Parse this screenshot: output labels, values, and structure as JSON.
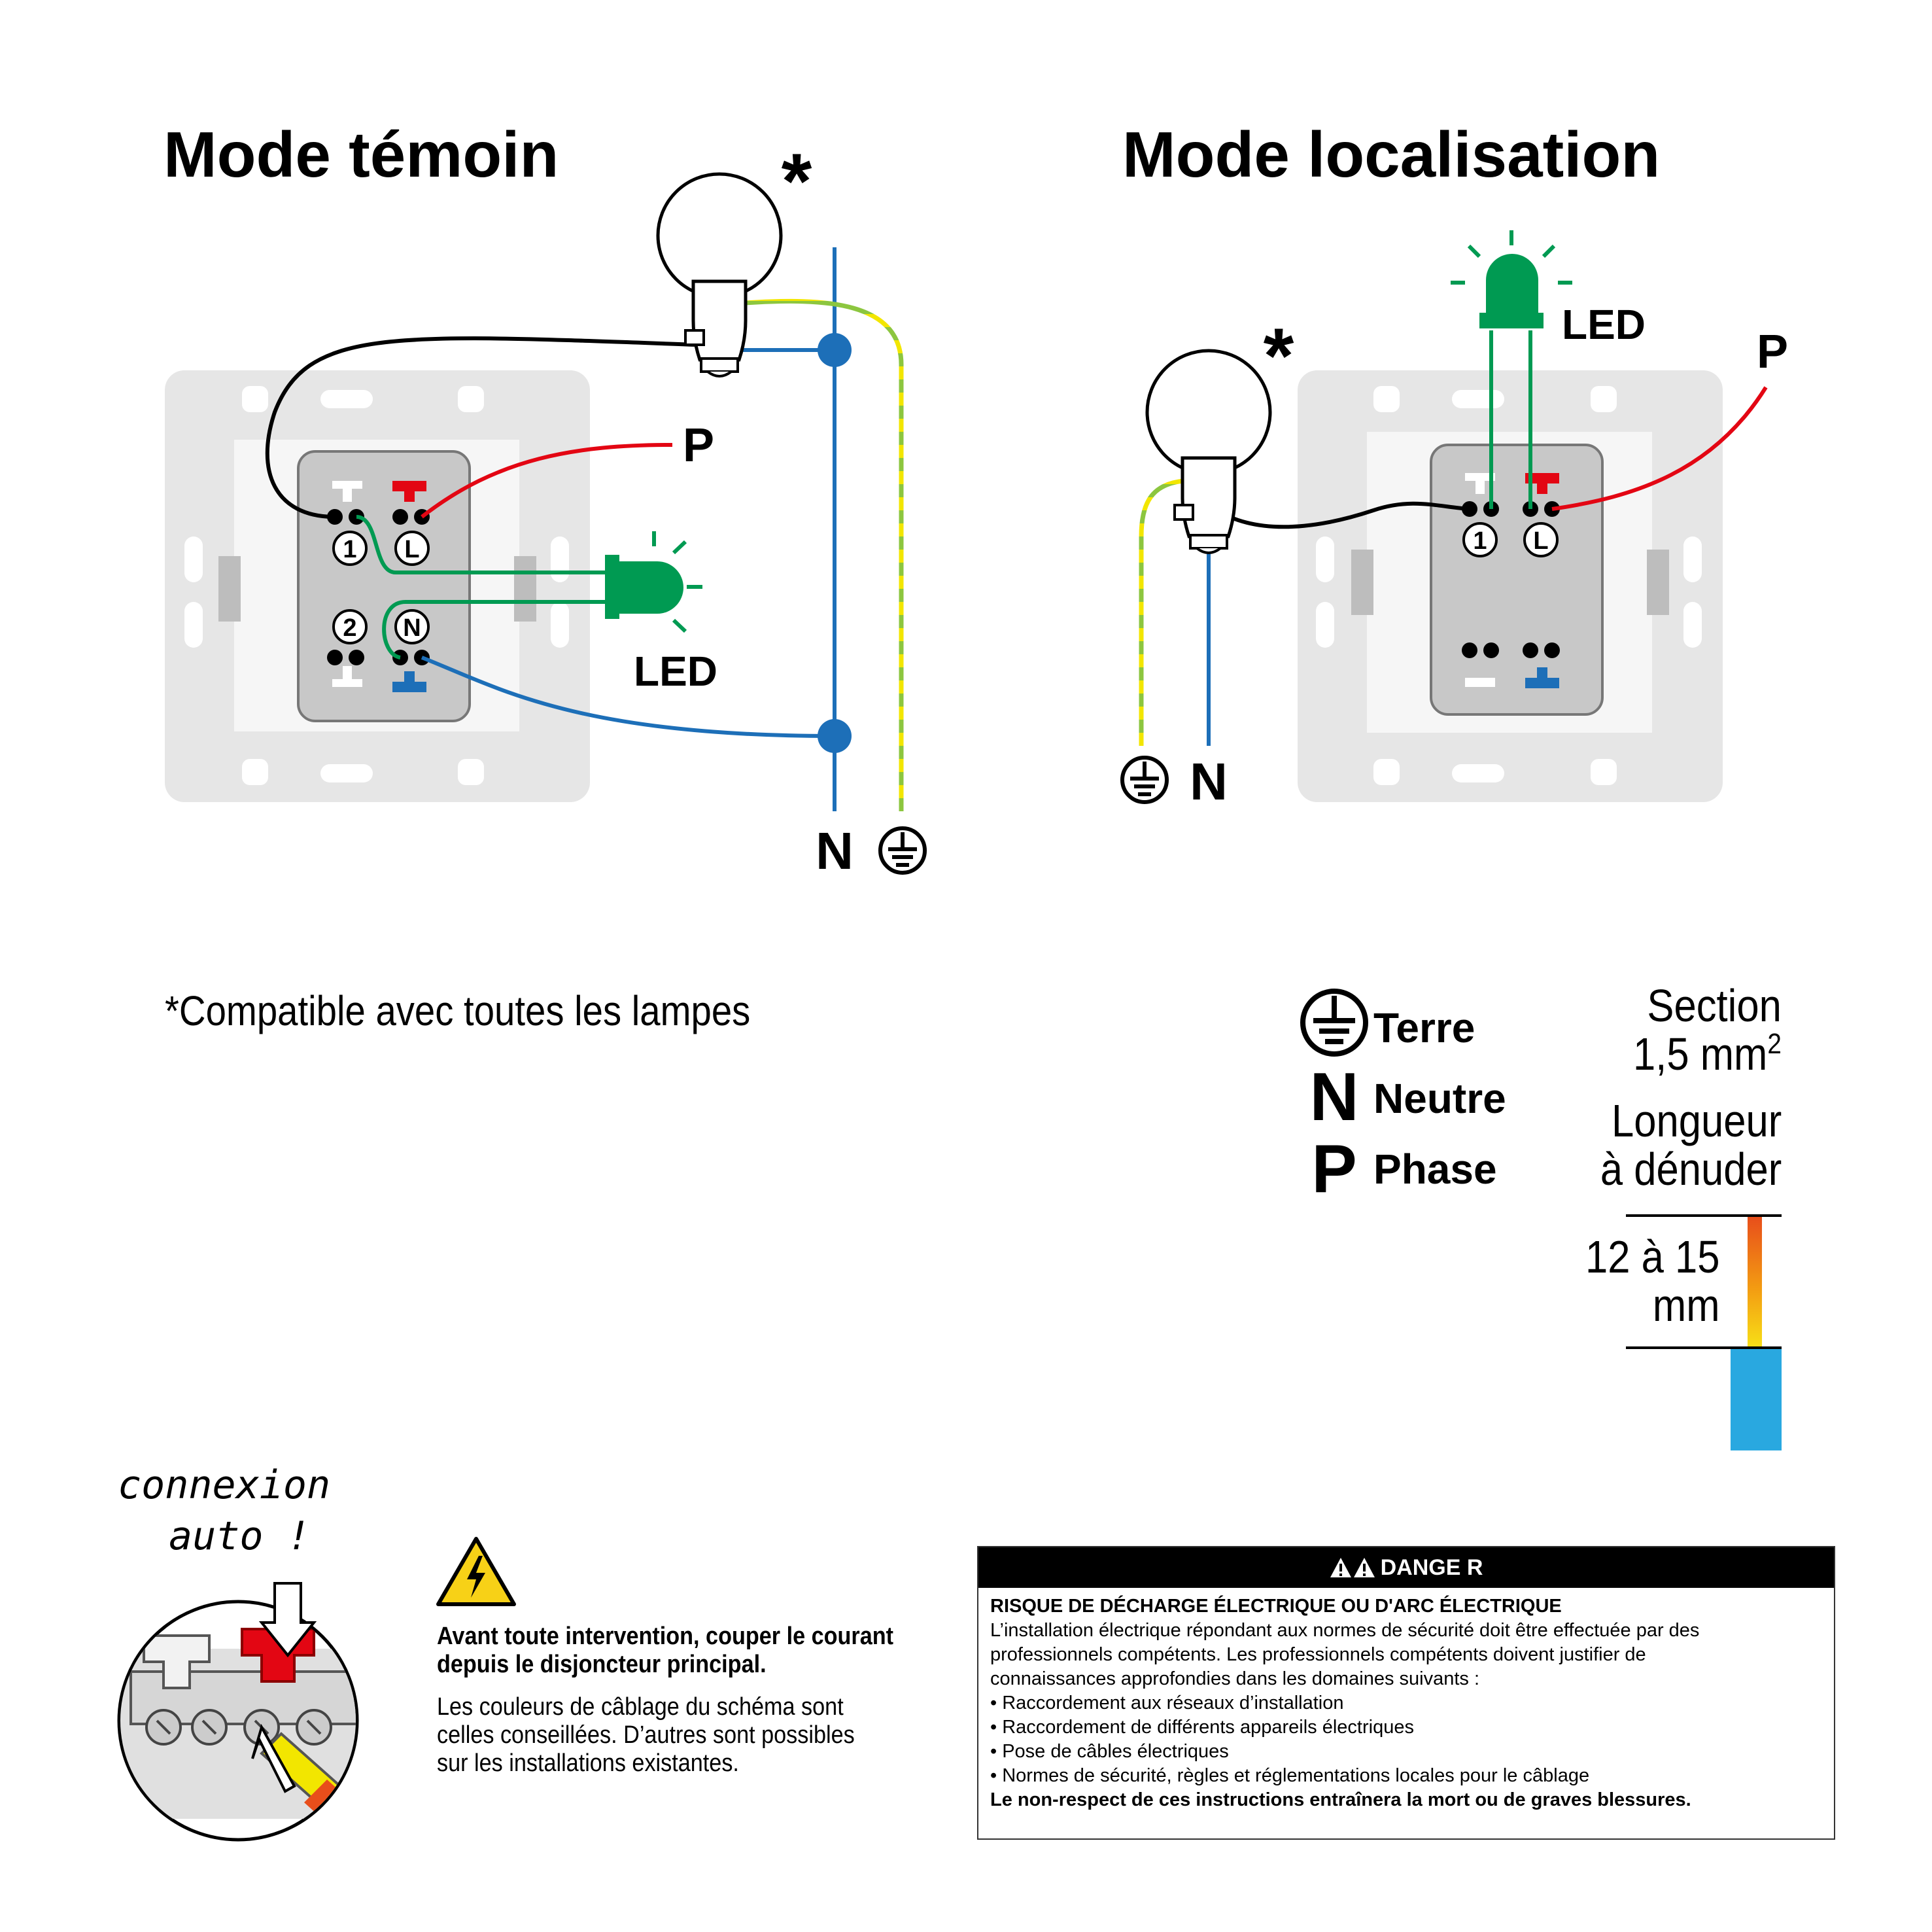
{
  "titles": {
    "left": "Mode témoin",
    "right": "Mode localisation"
  },
  "diagram_labels": {
    "asterisk": "*",
    "phase": "P",
    "neutral": "N",
    "led": "LED",
    "terminal_1": "1",
    "terminal_2": "2",
    "terminal_L": "L",
    "terminal_N": "N"
  },
  "compat_note": "*Compatible avec toutes les lampes",
  "legend": {
    "earth": "Terre",
    "neutral_letter": "N",
    "neutral": "Neutre",
    "phase_letter": "P",
    "phase": "Phase"
  },
  "spec": {
    "section_line1": "Section",
    "section_line2": "1,5 mm",
    "section_sup": "2",
    "strip_line1": "Longueur",
    "strip_line2": "à dénuder",
    "length_line1": "12 à 15",
    "length_line2": "mm"
  },
  "auto_connect": {
    "line1": "connexion",
    "line2": "auto !"
  },
  "warning": {
    "bold_line1": "Avant toute intervention, couper le courant",
    "bold_line2": "depuis le disjoncteur principal.",
    "line1": "Les couleurs de câblage du schéma sont",
    "line2": "celles conseillées. D’autres sont possibles",
    "line3": "sur les installations existantes."
  },
  "danger": {
    "header": "DANGE R",
    "title": "RISQUE DE DÉCHARGE ÉLECTRIQUE OU D'ARC ÉLECTRIQUE",
    "intro1": "L’installation électrique répondant aux normes de sécurité doit être effectuée par des",
    "intro2": "professionnels compétents. Les professionnels compétents doivent justifier de",
    "intro3": "connaissances approfondies dans les domaines suivants :",
    "items": [
      "• Raccordement aux réseaux d’installation",
      "• Raccordement de différents appareils électriques",
      "• Pose de câbles électriques",
      "• Normes de sécurité, règles et réglementations locales pour le câblage"
    ],
    "footer": "Le non-respect de ces instructions entraînera la mort ou de graves blessures."
  },
  "colors": {
    "phase": "#e30613",
    "neutral": "#1d6fb8",
    "earth_yellow": "#f2e600",
    "earth_green": "#8cc63f",
    "led_green": "#009a52",
    "plate": "#e6e6e6",
    "module": "#c8c8c8",
    "strip_blue": "#29a8e0"
  }
}
